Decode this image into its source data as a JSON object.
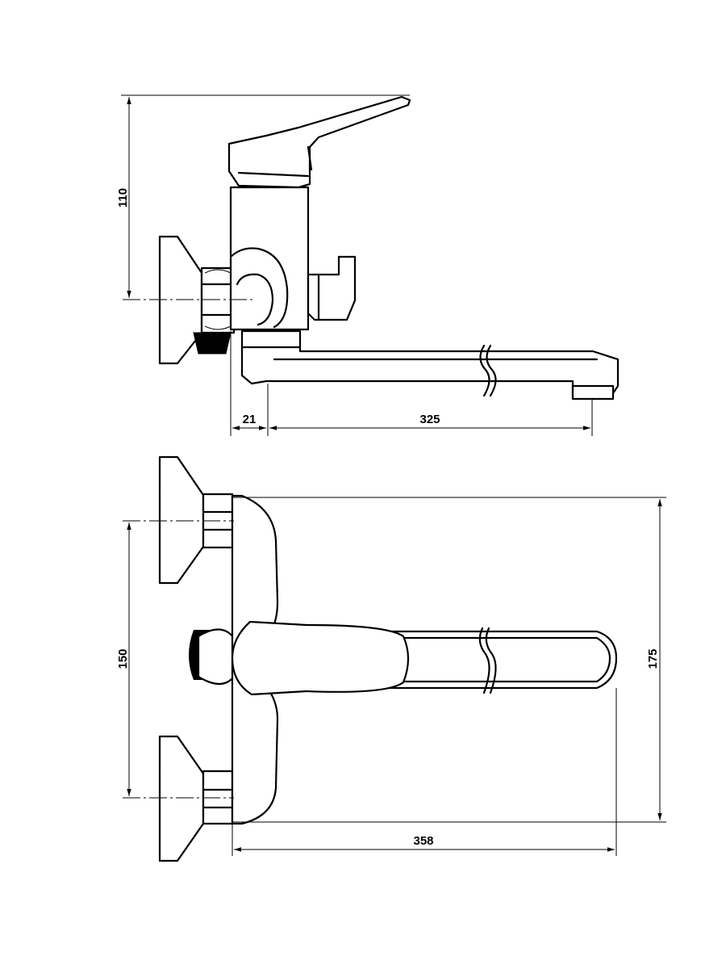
{
  "dimensions": {
    "side_height": "110",
    "side_offset": "21",
    "side_spout": "325",
    "front_centers": "150",
    "front_height": "175",
    "front_width": "358"
  }
}
